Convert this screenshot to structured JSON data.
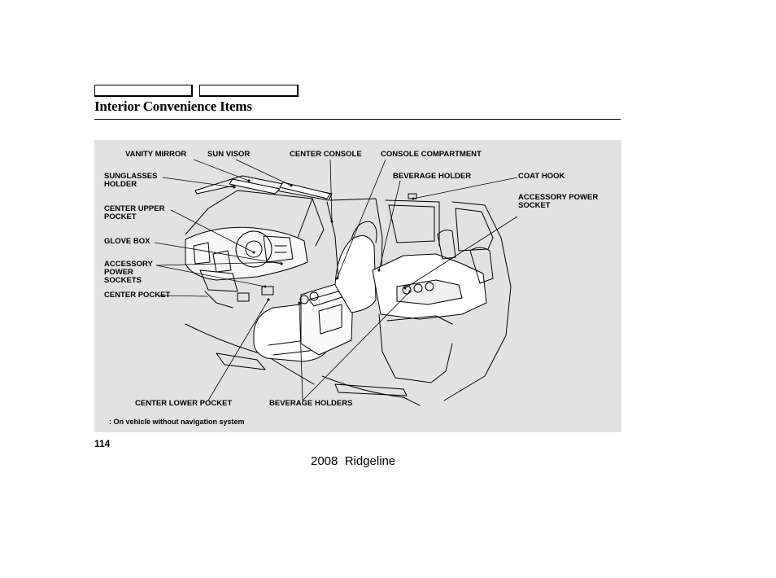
{
  "header": {
    "title": "Interior Convenience Items"
  },
  "diagram": {
    "labels": {
      "vanity_mirror": "VANITY MIRROR",
      "sun_visor": "SUN VISOR",
      "center_console": "CENTER CONSOLE",
      "console_compartment": "CONSOLE COMPARTMENT",
      "sunglasses_holder": "SUNGLASSES\nHOLDER",
      "beverage_holder": "BEVERAGE HOLDER",
      "coat_hook": "COAT HOOK",
      "center_upper_pocket": "CENTER UPPER\nPOCKET",
      "accessory_power_socket": "ACCESSORY POWER\nSOCKET",
      "glove_box": "GLOVE BOX",
      "accessory_power_sockets": "ACCESSORY\nPOWER\nSOCKETS",
      "center_pocket": "CENTER POCKET",
      "center_lower_pocket": "CENTER LOWER POCKET",
      "beverage_holders": "BEVERAGE HOLDERS"
    },
    "footnote": ":  On vehicle without navigation system"
  },
  "page": {
    "number": "114"
  },
  "footer": {
    "text": "2008  Ridgeline"
  },
  "colors": {
    "panel_background": "#e2e2e2",
    "line_art": "#000000"
  }
}
